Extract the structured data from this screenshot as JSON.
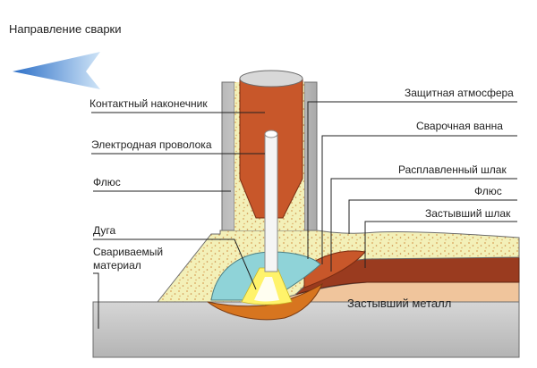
{
  "title": "Направление сварки",
  "labels": {
    "contact_tip": "Контактный наконечник",
    "electrode_wire": "Электродная проволока",
    "flux_left": "Флюс",
    "arc": "Дуга",
    "base_material": "Свариваемый\nматериал",
    "shield_atmosphere": "Защитная атмосфера",
    "weld_pool": "Сварочная ванна",
    "molten_slag": "Расплавленный шлак",
    "flux_right": "Флюс",
    "solid_slag": "Застывший шлак",
    "solid_metal": "Застывший металл"
  },
  "colors": {
    "steel": "#c9c9c9",
    "flux": "#f3f0b8",
    "flux_dots": "#d9a35a",
    "tip": "#c8572a",
    "slag_solid": "#9a3b1f",
    "weld_metal": "#f0c59c",
    "pool": "#8fd3d8",
    "arc": "#fff36a",
    "arrow": "#4a8fd6"
  },
  "icons": {
    "direction_arrow": "arrow-left-icon"
  }
}
